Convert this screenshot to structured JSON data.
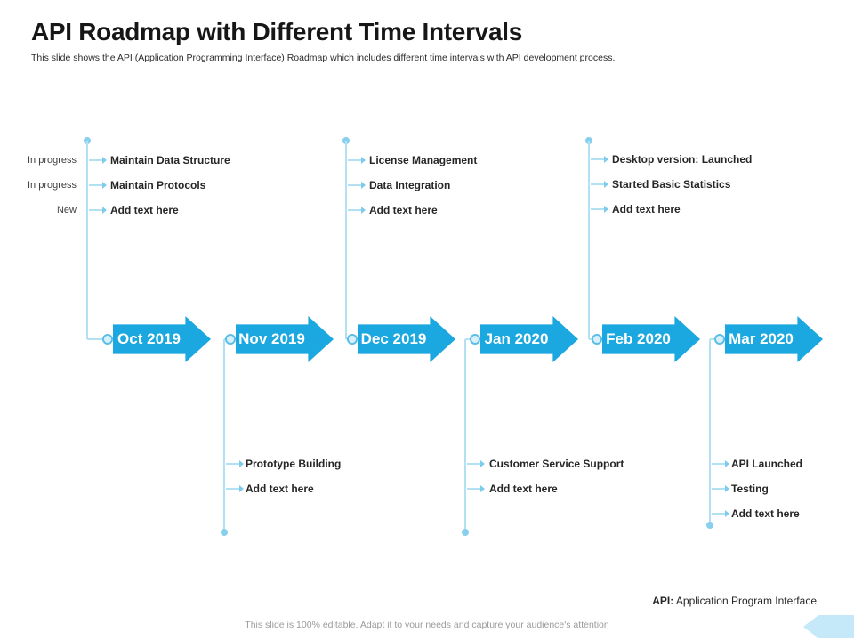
{
  "slide": {
    "title": "API Roadmap with Different Time Intervals",
    "subtitle": "This slide shows the API (Application Programming Interface) Roadmap which includes different time intervals with API development process.",
    "footer": {
      "term": "API:",
      "definition": "Application Program Interface"
    },
    "bottom_note": "This slide is 100% editable. Adapt it to your needs and capture your audience's attention"
  },
  "colors": {
    "arrow_blue": "#1BA8E0",
    "connector_blue": "#B3E1F4",
    "dot_blue": "#86CFEE",
    "ring_border_blue": "#5BBEE6",
    "corner_shape_blue": "#C5E9F8",
    "text_dark": "#262626"
  },
  "icons": {
    "connector_arrow": "right-arrow-connector",
    "timeline_node": "circle-node",
    "branch_dot": "filled-dot"
  },
  "timeline": {
    "months": [
      {
        "label": "Oct 2019"
      },
      {
        "label": "Nov 2019"
      },
      {
        "label": "Dec 2019"
      },
      {
        "label": "Jan 2020"
      },
      {
        "label": "Feb 2020"
      },
      {
        "label": "Mar 2020"
      }
    ]
  },
  "above": [
    {
      "month": "Oct 2019",
      "items": [
        {
          "status": "In progress",
          "text": "Maintain Data Structure"
        },
        {
          "status": "In progress",
          "text": "Maintain Protocols"
        },
        {
          "status": "New",
          "text": "Add text here"
        }
      ]
    },
    {
      "month": "Dec 2019",
      "items": [
        {
          "text": "License Management"
        },
        {
          "text": "Data Integration"
        },
        {
          "text": "Add text here"
        }
      ]
    },
    {
      "month": "Feb 2020",
      "items": [
        {
          "text": "Desktop version: Launched"
        },
        {
          "text": "Started Basic Statistics"
        },
        {
          "text": "Add text here"
        }
      ]
    }
  ],
  "below": [
    {
      "month": "Nov 2019",
      "items": [
        {
          "text": "Prototype Building"
        },
        {
          "text": "Add text here"
        }
      ]
    },
    {
      "month": "Jan 2020",
      "items": [
        {
          "text": "Customer Service Support"
        },
        {
          "text": "Add text here"
        }
      ]
    },
    {
      "month": "Mar 2020",
      "items": [
        {
          "text": "API Launched"
        },
        {
          "text": "Testing"
        },
        {
          "text": "Add text here"
        }
      ]
    }
  ]
}
